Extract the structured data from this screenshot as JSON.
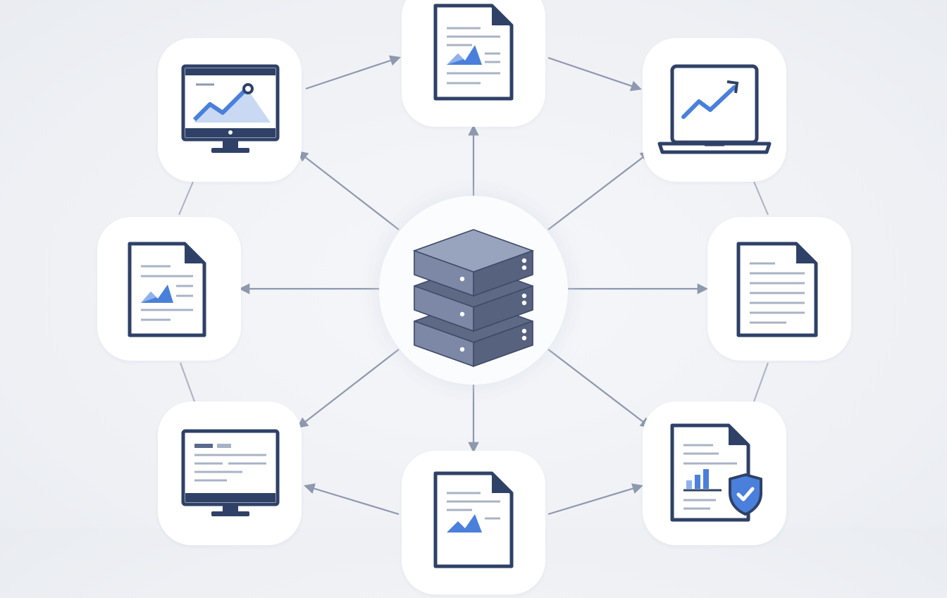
{
  "diagram": {
    "hub": {
      "icon": "server-stack-icon"
    },
    "nodes": [
      {
        "id": "top-left",
        "icon": "monitor-line-chart-icon"
      },
      {
        "id": "top",
        "icon": "document-chart-icon"
      },
      {
        "id": "top-right",
        "icon": "laptop-trend-icon"
      },
      {
        "id": "left",
        "icon": "document-chart-icon"
      },
      {
        "id": "right",
        "icon": "document-text-icon"
      },
      {
        "id": "bottom-left",
        "icon": "monitor-text-icon"
      },
      {
        "id": "bottom",
        "icon": "document-chart-icon"
      },
      {
        "id": "bottom-right",
        "icon": "verified-report-icon"
      }
    ],
    "connections": [
      {
        "from": "hub",
        "to": "top"
      },
      {
        "from": "hub",
        "to": "top-left"
      },
      {
        "from": "hub",
        "to": "top-right"
      },
      {
        "from": "hub",
        "to": "left"
      },
      {
        "from": "hub",
        "to": "right"
      },
      {
        "from": "hub",
        "to": "bottom-left"
      },
      {
        "from": "hub",
        "to": "bottom"
      },
      {
        "from": "hub",
        "to": "bottom-right"
      },
      {
        "from": "top-left",
        "to": "top"
      },
      {
        "from": "top",
        "to": "top-right"
      },
      {
        "from": "bottom",
        "to": "bottom-left"
      },
      {
        "from": "bottom",
        "to": "bottom-right"
      }
    ],
    "colors": {
      "outline": "#2f4167",
      "accent": "#4a80db",
      "accent_light": "#8fb2ea",
      "server": "#6c7896",
      "arrow": "#8e98ae",
      "text_line": "#a9b3c6"
    }
  }
}
